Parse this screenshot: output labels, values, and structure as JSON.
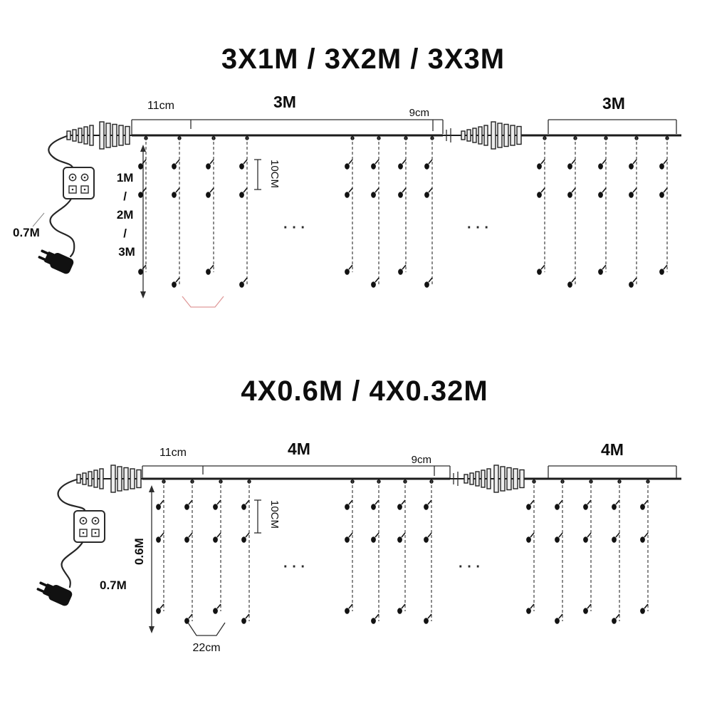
{
  "top": {
    "title": "3X1M / 3X2M / 3X3M",
    "span1": "3M",
    "span2": "3M",
    "offset_first_drop": "11cm",
    "end_gap": "9cm",
    "bulb_spacing": "10CM",
    "lead_length": "0.7M",
    "drop_length_lines": [
      "1M",
      "/",
      "2M",
      "/",
      "3M"
    ]
  },
  "bottom": {
    "title": "4X0.6M / 4X0.32M",
    "span1": "4M",
    "span2": "4M",
    "offset_first_drop": "11cm",
    "end_gap": "9cm",
    "bulb_spacing": "10CM",
    "lead_length": "0.7M",
    "drop_length": "0.6M",
    "drop_spacing": "22cm"
  },
  "ellipsis": "· · ·"
}
